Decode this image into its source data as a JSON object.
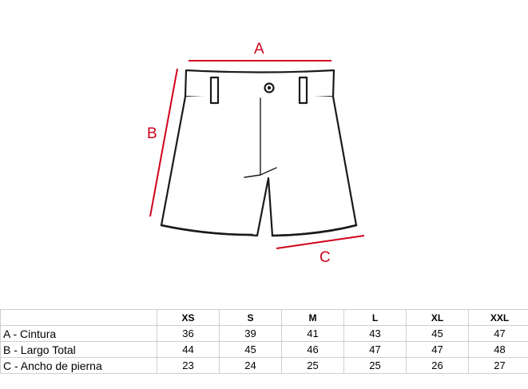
{
  "labels": {
    "a": "A",
    "b": "B",
    "c": "C"
  },
  "colors": {
    "dimension_line": "#d0021b",
    "outline": "#1a1a1a",
    "table_border": "#cfcfcf"
  },
  "table": {
    "header": [
      "",
      "XS",
      "S",
      "M",
      "L",
      "XL",
      "XXL"
    ],
    "rows": [
      {
        "label": "A - Cintura",
        "values": [
          "36",
          "39",
          "41",
          "43",
          "45",
          "47"
        ]
      },
      {
        "label": "B - Largo Total",
        "values": [
          "44",
          "45",
          "46",
          "47",
          "47",
          "48"
        ]
      },
      {
        "label": "C - Ancho de pierna",
        "values": [
          "23",
          "24",
          "25",
          "25",
          "26",
          "27"
        ]
      }
    ]
  }
}
